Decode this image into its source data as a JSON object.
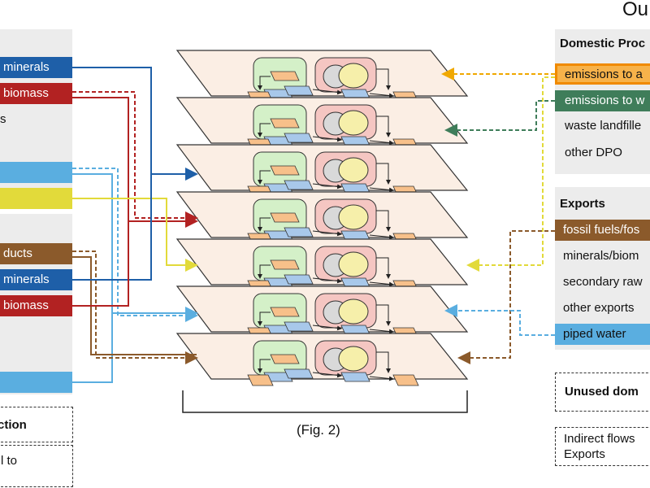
{
  "title_fragment": "Ou",
  "left": {
    "bars_top": [
      {
        "text": "minerals",
        "color": "#1e5fa8"
      },
      {
        "text": "biomass",
        "color": "#b22222"
      }
    ],
    "fragment_s": "s",
    "bars_mid": [
      {
        "text": "",
        "color": "#5aaee0"
      },
      {
        "text": "",
        "color": "#e2da3a"
      }
    ],
    "bars_low": [
      {
        "text": "ducts",
        "color": "#8b5a2b"
      },
      {
        "text": "minerals",
        "color": "#1e5fa8"
      },
      {
        "text": "biomass",
        "color": "#b22222"
      }
    ],
    "bar_bottom": {
      "text": "",
      "color": "#5aaee0"
    },
    "dash_box_text": "ction",
    "dash_box2_text": "l to"
  },
  "diagram": {
    "caption": "(Fig. 2)",
    "layers": 7
  },
  "right": {
    "dpo": {
      "header": "Domestic Proc",
      "items": [
        {
          "text": "emissions to a",
          "style": "orange"
        },
        {
          "text": "emissions to w",
          "style": "green"
        },
        {
          "text": "waste landfille",
          "style": "plain"
        },
        {
          "text": "other DPO",
          "style": "plain"
        }
      ]
    },
    "exports": {
      "header": "Exports",
      "items": [
        {
          "text": "fossil fuels/fos",
          "style": "brown"
        },
        {
          "text": "minerals/biom",
          "style": "plain"
        },
        {
          "text": "secondary raw",
          "style": "plain"
        },
        {
          "text": "other exports",
          "style": "plain"
        },
        {
          "text": "piped water",
          "style": "lightblue"
        }
      ]
    },
    "unused": "Unused dom",
    "indirect_line1": "Indirect flows",
    "indirect_line2": "Exports"
  },
  "colors": {
    "layer_fill": "#fbeee4",
    "green_node": "#d4f0c8",
    "pink_node": "#f5c6c2",
    "yellow_circle": "#f6efaa",
    "grey_circle": "#d9d9d9",
    "orange_node": "#f7c08a",
    "blue_node": "#a8c8ea"
  }
}
